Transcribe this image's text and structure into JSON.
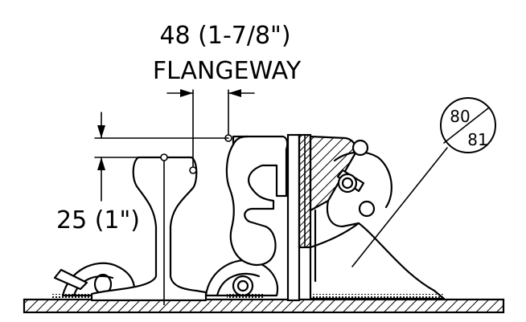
{
  "dimensions": {
    "flangeway_value": "48 (1-7/8\")",
    "flangeway_label": "FLANGEWAY",
    "height_value": "25 (1\")"
  },
  "callout": {
    "top": "80",
    "bottom": "81"
  }
}
